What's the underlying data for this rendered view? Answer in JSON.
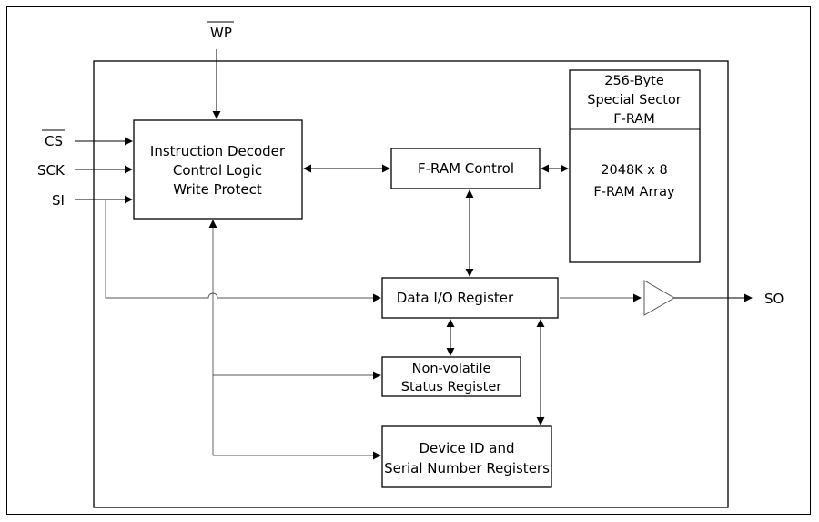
{
  "pins": {
    "wp": "WP",
    "cs": "CS",
    "sck": "SCK",
    "si": "SI",
    "so": "SO"
  },
  "blocks": {
    "decoder": [
      "Instruction Decoder",
      "Control Logic",
      "Write Protect"
    ],
    "fram_control": "F-RAM Control",
    "special_sector": [
      "256-Byte",
      "Special Sector",
      "F-RAM"
    ],
    "fram_array": [
      "2048K x 8",
      "F-RAM Array"
    ],
    "data_io": "Data I/O Register",
    "status_reg": [
      "Non-volatile",
      "Status Register"
    ],
    "device_id": [
      "Device ID and",
      "Serial Number Registers"
    ]
  }
}
